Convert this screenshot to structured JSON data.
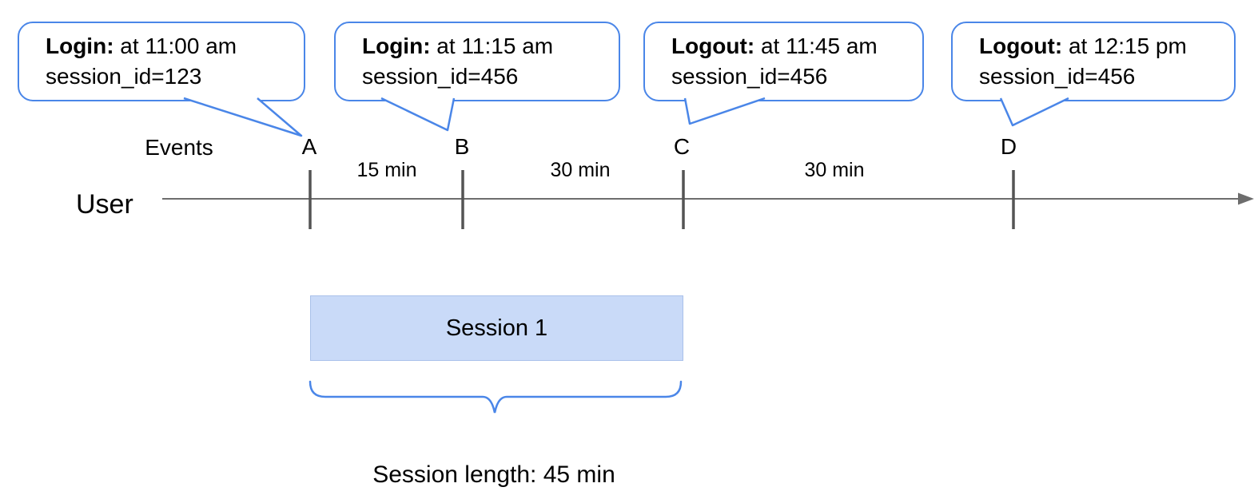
{
  "callouts": [
    {
      "event": "Login:",
      "detail": " at 11:00 am",
      "session": "session_id=123",
      "points_to": "A"
    },
    {
      "event": "Login:",
      "detail": " at 11:15 am",
      "session": "session_id=456",
      "points_to": "B"
    },
    {
      "event": "Logout:",
      "detail": " at 11:45 am",
      "session": "session_id=456",
      "points_to": "C"
    },
    {
      "event": "Logout:",
      "detail": " at 12:15 pm",
      "session": "session_id=456",
      "points_to": "D"
    }
  ],
  "timeline": {
    "events_label": "Events",
    "row_label": "User",
    "events": [
      {
        "label": "A"
      },
      {
        "label": "B"
      },
      {
        "label": "C"
      },
      {
        "label": "D"
      }
    ],
    "intervals": [
      {
        "label": "15 min"
      },
      {
        "label": "30 min"
      },
      {
        "label": "30 min"
      }
    ]
  },
  "session": {
    "label": "Session 1",
    "length_label": "Session length: 45 min"
  },
  "colors": {
    "accent_blue": "#4a86e8",
    "session_fill": "#c9daf8",
    "line_gray": "#6d6d6d",
    "tick_gray": "#545454"
  }
}
